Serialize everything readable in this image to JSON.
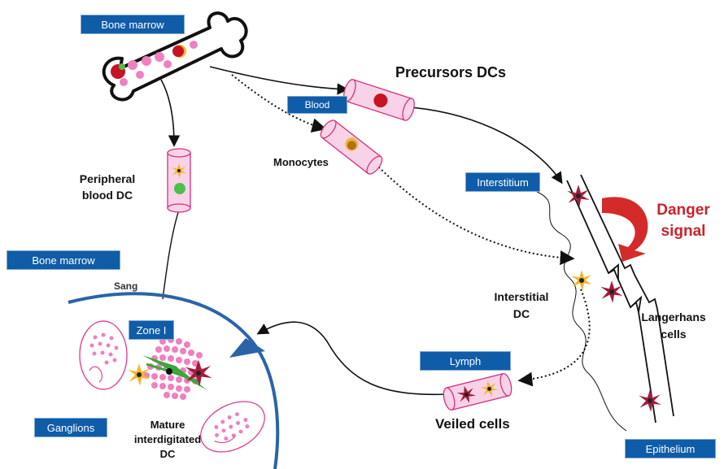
{
  "labels": {
    "bone_marrow_top": "Bone marrow",
    "bone_marrow_left": "Bone marrow",
    "blood": "Blood",
    "interstitium": "Interstitium",
    "lymph": "Lymph",
    "epithelium": "Epithelium",
    "ganglions": "Ganglions",
    "zone": "Zone I",
    "precursors": "Precursors DCs",
    "monocytes": "Monocytes",
    "peripheral_line1": "Peripheral",
    "peripheral_line2": "blood DC",
    "sang": "Sang",
    "danger_line1": "Danger",
    "danger_line2": "signal",
    "interstitial_line1": "Interstitial",
    "interstitial_line2": "DC",
    "langerhans_line1": "Langerhans",
    "langerhans_line2": "cells",
    "veiled": "Veiled cells",
    "mature_line1": "Mature",
    "mature_line2": "interdigitated",
    "mature_line3": "DC"
  },
  "colors": {
    "label_box": "#0f5ca8",
    "danger_text": "#c8242c",
    "danger_arrow": "#d42a2a",
    "ganglion_edge": "#2a63a8",
    "tube_fill": "#f8d3e7",
    "tube_edge": "#d6307f",
    "precursor_cell": "#c41425",
    "dendritic_star": "#a51c3a",
    "interstitial_star": "#f3b62a",
    "pink_dots": "#f07fc0"
  },
  "icons": [
    "bone-icon",
    "blood-vessel-icon",
    "dendritic-cell-icon",
    "curved-arrow-icon",
    "lymph-node-icon"
  ]
}
